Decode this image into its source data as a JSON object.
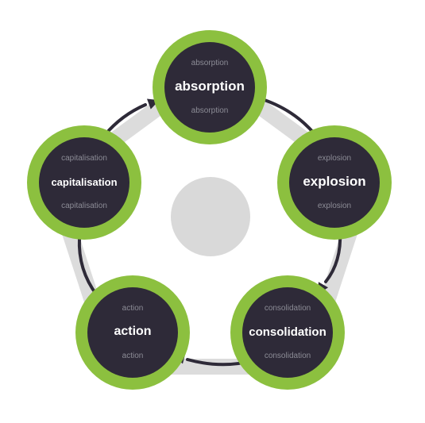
{
  "colors": {
    "outer_ring": "#dcdcdc",
    "outer_ring_inner": "#ffffff",
    "center_disc": "#d9d9d9",
    "node_ring": "#8cc03f",
    "node_core": "#2e2a38",
    "arrow": "#2e2a38",
    "sub_text": "#8c8c96",
    "main_text": "#ffffff"
  },
  "nodes": [
    {
      "id": "absorption",
      "top_label": "absorption",
      "label": "absorption",
      "bottom_label": "absorption"
    },
    {
      "id": "explosion",
      "top_label": "explosion",
      "label": "explosion",
      "bottom_label": "explosion"
    },
    {
      "id": "consolidation",
      "top_label": "consolidation",
      "label": "consolidation",
      "bottom_label": "consolidation"
    },
    {
      "id": "action",
      "top_label": "action",
      "label": "action",
      "bottom_label": "action"
    },
    {
      "id": "capitalisation",
      "top_label": "capitalisation",
      "label": "capitalisation",
      "bottom_label": "capitalisation"
    }
  ],
  "cycle": [
    "absorption",
    "explosion",
    "consolidation",
    "action",
    "capitalisation",
    "absorption"
  ]
}
